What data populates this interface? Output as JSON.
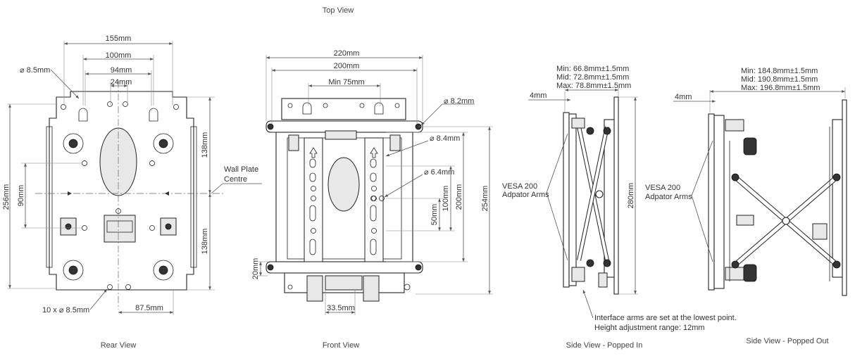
{
  "titles": {
    "top": "Top View",
    "rear": "Rear View",
    "front": "Front View",
    "side_in": "Side View - Popped In",
    "side_out": "Side View - Popped Out"
  },
  "rear": {
    "w155": "155mm",
    "w100": "100mm",
    "w94": "94mm",
    "w24": "24mm",
    "hole": "⌀ 8.5mm",
    "h256": "256mm",
    "h90": "90mm",
    "h138a": "138mm",
    "h138b": "138mm",
    "holes10": "10 x ⌀ 8.5mm",
    "w87": "87.5mm",
    "wall1": "Wall Plate",
    "wall2": "Centre"
  },
  "front": {
    "w220": "220mm",
    "w200": "200mm",
    "min75": "Min 75mm",
    "d82": "⌀ 8.2mm",
    "d84": "⌀ 8.4mm",
    "d64": "⌀ 6.4mm",
    "h254": "254mm",
    "h200": "200mm",
    "h100": "100mm",
    "h50": "50mm",
    "h20": "20mm",
    "w335": "33.5mm"
  },
  "side_in": {
    "min": "Min: 66.8mm±1.5mm",
    "mid": "Mid: 72.8mm±1.5mm",
    "max": "Max: 78.8mm±1.5mm",
    "w4": "4mm",
    "h280": "280mm",
    "vesa1": "VESA 200",
    "vesa2": "Adpator Arms",
    "note1": "Interface arms are set at the lowest point.",
    "note2": "Height adjustment range: 12mm"
  },
  "side_out": {
    "min": "Min: 184.8mm±1.5mm",
    "mid": "Mid: 190.8mm±1.5mm",
    "max": "Max: 196.8mm±1.5mm",
    "w4": "4mm",
    "vesa1": "VESA 200",
    "vesa2": "Adpator Arms"
  }
}
